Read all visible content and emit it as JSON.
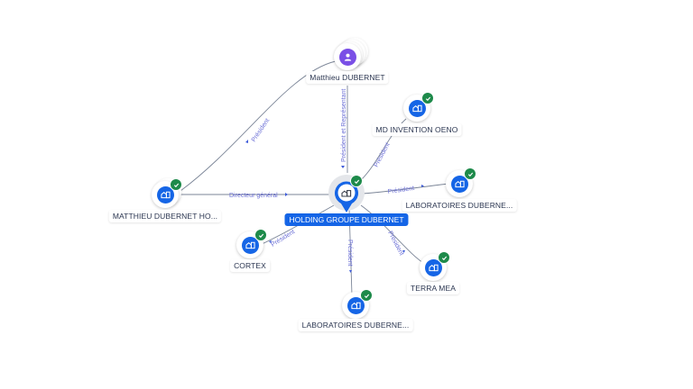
{
  "graph": {
    "center": {
      "label": "HOLDING GROUPE DUBERNET",
      "icon": "building-icon",
      "verified": true
    },
    "nodes": [
      {
        "id": "matthieu",
        "label": "Matthieu DUBERNET",
        "type": "person",
        "icon": "person-icon",
        "verified": false
      },
      {
        "id": "mdinvention",
        "label": "MD INVENTION OENO",
        "type": "company",
        "icon": "building-icon",
        "verified": true
      },
      {
        "id": "labo1",
        "label": "LABORATOIRES DUBERNE...",
        "type": "company",
        "icon": "building-icon",
        "verified": true
      },
      {
        "id": "mdho",
        "label": "MATTHIEU DUBERNET HO...",
        "type": "company",
        "icon": "building-icon",
        "verified": true
      },
      {
        "id": "cortex",
        "label": "CORTEX",
        "type": "company",
        "icon": "building-icon",
        "verified": true
      },
      {
        "id": "terramea",
        "label": "TERRA MEA",
        "type": "company",
        "icon": "building-icon",
        "verified": true
      },
      {
        "id": "labo2",
        "label": "LABORATOIRES DUBERNE...",
        "type": "company",
        "icon": "building-icon",
        "verified": true
      }
    ],
    "edges": [
      {
        "from": "matthieu",
        "to": "mdho",
        "label": "Président"
      },
      {
        "from": "matthieu",
        "to": "center",
        "label": "Président et Représentant"
      },
      {
        "from": "center",
        "to": "mdinvention",
        "label": "Président"
      },
      {
        "from": "center",
        "to": "labo1",
        "label": "Président"
      },
      {
        "from": "mdho",
        "to": "center",
        "label": "Directeur général"
      },
      {
        "from": "center",
        "to": "cortex",
        "label": "Président"
      },
      {
        "from": "center",
        "to": "terramea",
        "label": "Président"
      },
      {
        "from": "center",
        "to": "labo2",
        "label": "Président"
      }
    ],
    "colors": {
      "company": "#1565e6",
      "person": "#7a4fe6",
      "verified": "#1d8a4a",
      "edge_label": "#6b6fd6"
    }
  }
}
